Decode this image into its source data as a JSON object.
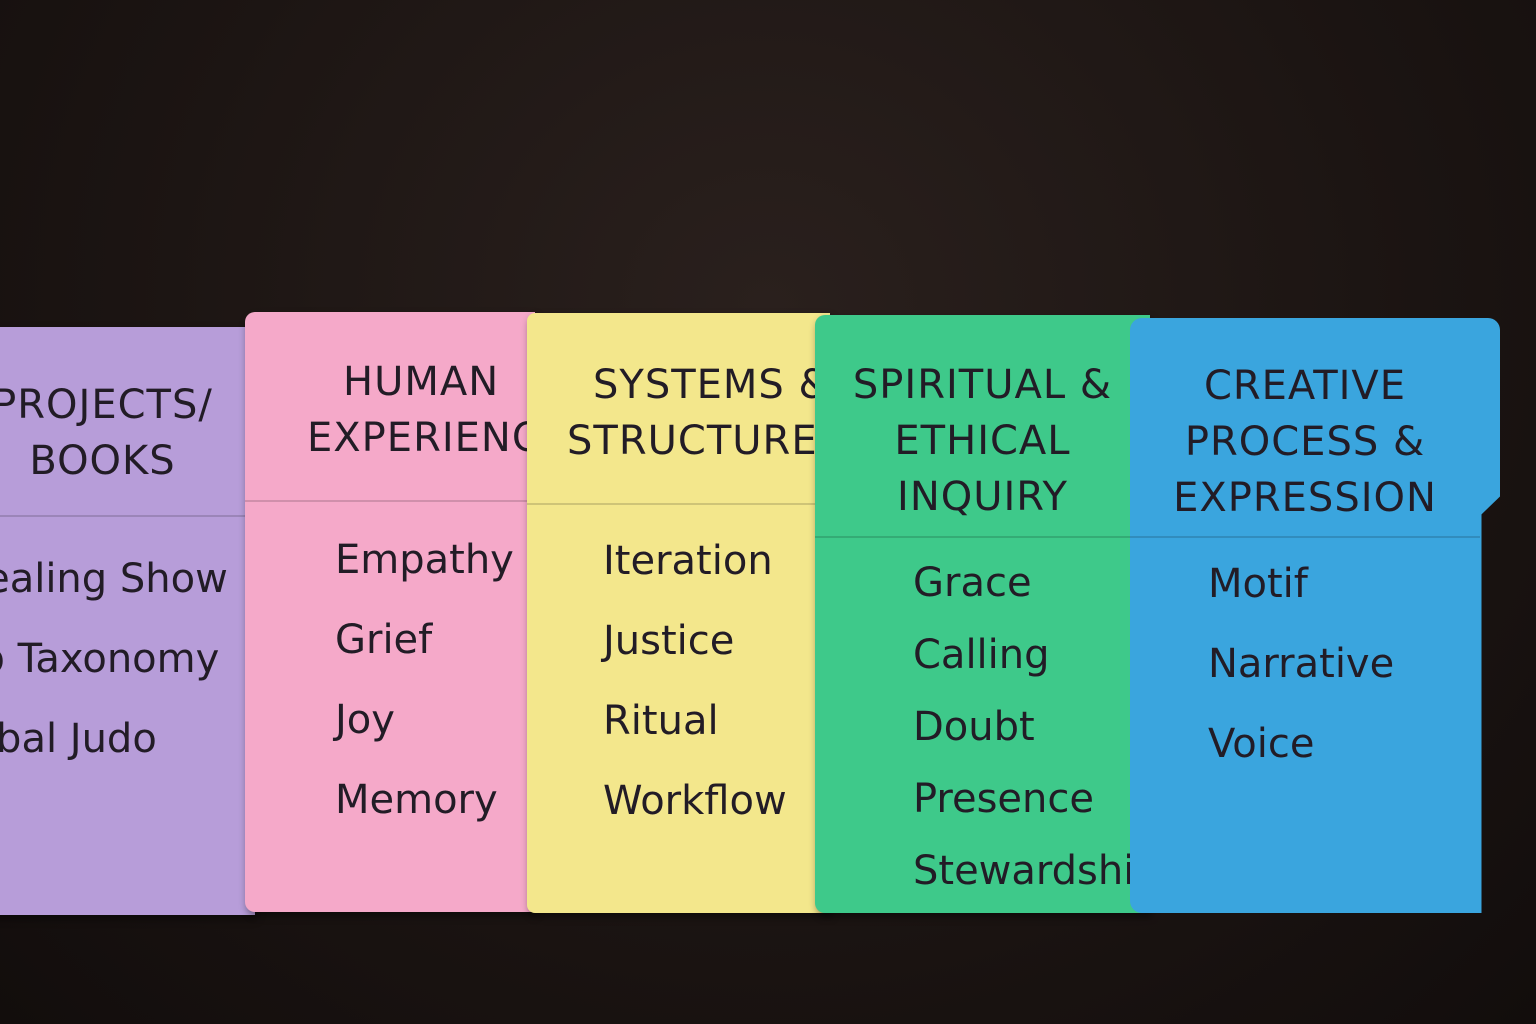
{
  "cards": [
    {
      "title": [
        "PROJECTS/",
        "BOOKS"
      ],
      "items": [
        "Healing Show",
        "op Taxonomy",
        "erbal Judo"
      ],
      "color": "#b79dd9"
    },
    {
      "title": [
        "HUMAN",
        "EXPERIENCE"
      ],
      "items": [
        "Empathy",
        "Grief",
        "Joy",
        "Memory"
      ],
      "color": "#f5a9c9"
    },
    {
      "title": [
        "SYSTEMS &",
        "STRUCTURES"
      ],
      "items": [
        "Iteration",
        "Justice",
        "Ritual",
        "Workflow"
      ],
      "color": "#f3e78c"
    },
    {
      "title": [
        "SPIRITUAL &",
        "ETHICAL",
        "INQUIRY"
      ],
      "items": [
        "Grace",
        "Calling",
        "Doubt",
        "Presence",
        "Stewardship"
      ],
      "color": "#3ec98a"
    },
    {
      "title": [
        "CREATIVE",
        "PROCESS &",
        "EXPRESSION"
      ],
      "items": [
        "Motif",
        "Narrative",
        "Voice"
      ],
      "color": "#3aa5de"
    }
  ]
}
